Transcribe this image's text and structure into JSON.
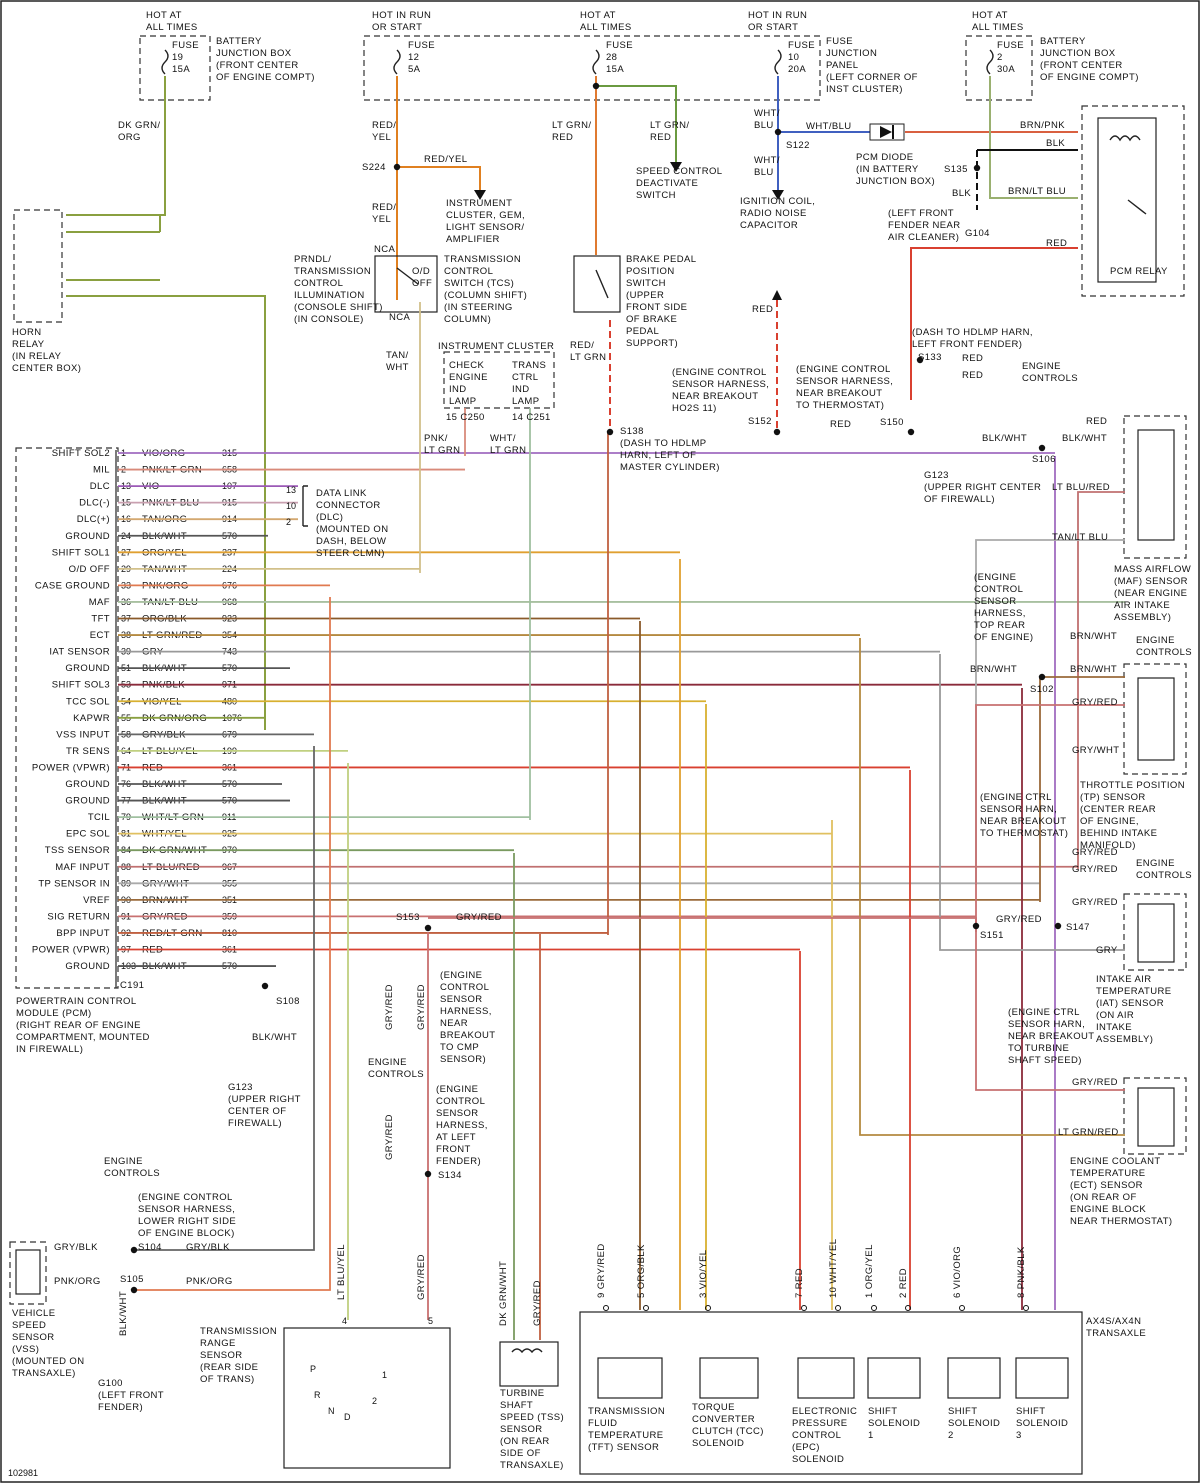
{
  "diagram_id": "102981",
  "fuses": [
    {
      "hot": "HOT AT\nALL TIMES",
      "fuse": "FUSE\n19\n15A",
      "desc": "BATTERY\nJUNCTION BOX\n(FRONT CENTER\nOF ENGINE COMPT)"
    },
    {
      "hot": "HOT IN RUN\nOR START",
      "fuse": "FUSE\n12\n5A"
    },
    {
      "hot": "HOT AT\nALL TIMES",
      "fuse": "FUSE\n28\n15A"
    },
    {
      "hot": "HOT IN RUN\nOR START",
      "fuse": "FUSE\n10\n20A",
      "desc": "FUSE\nJUNCTION\nPANEL\n(LEFT CORNER OF\nINST CLUSTER)"
    },
    {
      "hot": "HOT AT\nALL TIMES",
      "fuse": "FUSE\n2\n30A",
      "desc": "BATTERY\nJUNCTION BOX\n(FRONT CENTER\nOF ENGINE COMPT)"
    }
  ],
  "pcm": {
    "title": "POWERTRAIN CONTROL\nMODULE (PCM)\n(RIGHT REAR OF ENGINE\nCOMPARTMENT, MOUNTED\nIN FIREWALL)",
    "connector": "C191",
    "pins": [
      {
        "label": "SHIFT SOL2",
        "pin": "1",
        "wire": "VIO/ORG",
        "circuit": "315",
        "color": "#a06cc0"
      },
      {
        "label": "MIL",
        "pin": "2",
        "wire": "PNK/LT GRN",
        "circuit": "658",
        "color": "#d98a7a"
      },
      {
        "label": "DLC",
        "pin": "13",
        "wire": "VIO",
        "circuit": "107",
        "color": "#9b59b6"
      },
      {
        "label": "DLC(-)",
        "pin": "15",
        "wire": "PNK/LT BLU",
        "circuit": "915",
        "color": "#c9a0b0"
      },
      {
        "label": "DLC(+)",
        "pin": "16",
        "wire": "TAN/ORG",
        "circuit": "914",
        "color": "#d4a870"
      },
      {
        "label": "GROUND",
        "pin": "24",
        "wire": "BLK/WHT",
        "circuit": "570",
        "color": "#555555"
      },
      {
        "label": "SHIFT SOL1",
        "pin": "27",
        "wire": "ORG/YEL",
        "circuit": "237",
        "color": "#e0a030"
      },
      {
        "label": "O/D OFF",
        "pin": "29",
        "wire": "TAN/WHT",
        "circuit": "224",
        "color": "#d2c08a"
      },
      {
        "label": "CASE GROUND",
        "pin": "33",
        "wire": "PNK/ORG",
        "circuit": "676",
        "color": "#e07a50"
      },
      {
        "label": "MAF",
        "pin": "36",
        "wire": "TAN/LT BLU",
        "circuit": "968",
        "color": "#a8c0a0"
      },
      {
        "label": "TFT",
        "pin": "37",
        "wire": "ORG/BLK",
        "circuit": "923",
        "color": "#8a5a2a"
      },
      {
        "label": "ECT",
        "pin": "38",
        "wire": "LT GRN/RED",
        "circuit": "354",
        "color": "#b48a40"
      },
      {
        "label": "IAT SENSOR",
        "pin": "39",
        "wire": "GRY",
        "circuit": "743",
        "color": "#999999"
      },
      {
        "label": "GROUND",
        "pin": "51",
        "wire": "BLK/WHT",
        "circuit": "570",
        "color": "#555555"
      },
      {
        "label": "SHIFT SOL3",
        "pin": "53",
        "wire": "PNK/BLK",
        "circuit": "971",
        "color": "#8a2a3a"
      },
      {
        "label": "TCC SOL",
        "pin": "54",
        "wire": "VIO/YEL",
        "circuit": "480",
        "color": "#d8b030"
      },
      {
        "label": "KAPWR",
        "pin": "55",
        "wire": "DK GRN/ORG",
        "circuit": "1076",
        "color": "#8aa040"
      },
      {
        "label": "VSS INPUT",
        "pin": "58",
        "wire": "GRY/BLK",
        "circuit": "679",
        "color": "#666666"
      },
      {
        "label": "TR SENS",
        "pin": "64",
        "wire": "LT BLU/YEL",
        "circuit": "199",
        "color": "#c0d080"
      },
      {
        "label": "POWER (VPWR)",
        "pin": "71",
        "wire": "RED",
        "circuit": "361",
        "color": "#d94030"
      },
      {
        "label": "GROUND",
        "pin": "76",
        "wire": "BLK/WHT",
        "circuit": "570",
        "color": "#555555"
      },
      {
        "label": "GROUND",
        "pin": "77",
        "wire": "BLK/WHT",
        "circuit": "570",
        "color": "#555555"
      },
      {
        "label": "TCIL",
        "pin": "79",
        "wire": "WHT/LT GRN",
        "circuit": "911",
        "color": "#a0c0a0"
      },
      {
        "label": "EPC SOL",
        "pin": "81",
        "wire": "WHT/YEL",
        "circuit": "925",
        "color": "#e0c060"
      },
      {
        "label": "TSS SENSOR",
        "pin": "84",
        "wire": "DK GRN/WHT",
        "circuit": "970",
        "color": "#7a9a60"
      },
      {
        "label": "MAF INPUT",
        "pin": "88",
        "wire": "LT BLU/RED",
        "circuit": "967",
        "color": "#c07070"
      },
      {
        "label": "TP SENSOR IN",
        "pin": "89",
        "wire": "GRY/WHT",
        "circuit": "355",
        "color": "#aaaaaa"
      },
      {
        "label": "VREF",
        "pin": "90",
        "wire": "BRN/WHT",
        "circuit": "351",
        "color": "#9a6a3a"
      },
      {
        "label": "SIG RETURN",
        "pin": "91",
        "wire": "GRY/RED",
        "circuit": "359",
        "color": "#c87070"
      },
      {
        "label": "BPP INPUT",
        "pin": "92",
        "wire": "RED/LT GRN",
        "circuit": "810",
        "color": "#c06040"
      },
      {
        "label": "POWER (VPWR)",
        "pin": "97",
        "wire": "RED",
        "circuit": "361",
        "color": "#d94030"
      },
      {
        "label": "GROUND",
        "pin": "103",
        "wire": "BLK/WHT",
        "circuit": "570",
        "color": "#555555"
      }
    ]
  },
  "labels": {
    "horn_relay": "HORN\nRELAY\n(IN RELAY\nCENTER BOX)",
    "dkgrn_org": "DK GRN/\nORG",
    "dkgrn_org_1": "DK GRN/ORG",
    "red_yel": "RED/\nYEL",
    "red_yel_h": "RED/YEL",
    "s224": "S224",
    "inst_cluster_gem": "INSTRUMENT\nCLUSTER, GEM,\nLIGHT SENSOR/\nAMPLIFIER",
    "ltgrn_red": "LT GRN/\nRED",
    "speed_control": "SPEED CONTROL\nDEACTIVATE\nSWITCH",
    "wht_blu": "WHT/\nBLU",
    "wht_blu_h": "WHT/BLU",
    "s122": "S122",
    "ignition_coil": "IGNITION COIL,\nRADIO NOISE\nCAPACITOR",
    "pcm_diode": "PCM DIODE\n(IN BATTERY\nJUNCTION BOX)",
    "brn_pnk": "BRN/PNK",
    "blk": "BLK",
    "s135": "S135",
    "brn_ltblu": "BRN/LT BLU",
    "g104": "G104",
    "left_front_fender": "(LEFT FRONT\nFENDER NEAR\nAIR CLEANER)",
    "red": "RED",
    "pcm_relay": "PCM RELAY",
    "prndl": "PRNDL/\nTRANSMISSION\nCONTROL\nILLUMINATION\n(CONSOLE SHIFT)\n(IN CONSOLE)",
    "tcs": "TRANSMISSION\nCONTROL\nSWITCH (TCS)\n(COLUMN SHIFT)\n(IN STEERING\nCOLUMN)",
    "od_off": "O/D\nOFF",
    "nca": "NCA",
    "brake_pedal": "BRAKE PEDAL\nPOSITION\nSWITCH\n(UPPER\nFRONT SIDE\nOF BRAKE\nPEDAL\nSUPPORT)",
    "red_ltgrn": "RED/\nLT GRN",
    "tan_wht": "TAN/\nWHT",
    "inst_cluster": "INSTRUMENT CLUSTER",
    "check_engine": "CHECK\nENGINE\nIND\nLAMP",
    "trans_ctrl": "TRANS\nCTRL\nIND\nLAMP",
    "c250": "15 C250",
    "c251": "14 C251",
    "pnk_ltgrn": "PNK/\nLT GRN",
    "wht_ltgrn": "WHT/\nLT GRN",
    "s138": "S138\n(DASH TO HDLMP\nHARN, LEFT OF\nMASTER CYLINDER)",
    "ecs_harness_s152": "(ENGINE CONTROL\nSENSOR HARNESS,\nNEAR BREAKOUT\nHO2S 11)",
    "s152": "S152",
    "s133_desc": "(DASH TO HDLMP HARN,\nLEFT FRONT FENDER)",
    "s133": "S133",
    "engine_controls": "ENGINE\nCONTROLS",
    "ecs_harness_s150": "(ENGINE CONTROL\nSENSOR HARNESS,\nNEAR BREAKOUT\nTO THERMOSTAT)",
    "s150": "S150",
    "blk_wht": "BLK/WHT",
    "s106": "S106",
    "g123": "G123\n(UPPER RIGHT CENTER\nOF FIREWALL)",
    "ltblu_red": "LT BLU/RED",
    "tan_ltblu": "TAN/LT BLU",
    "maf_sensor": "MASS AIRFLOW\n(MAF) SENSOR\n(NEAR ENGINE\nAIR INTAKE\nASSEMBLY)",
    "dlc": "DATA LINK\nCONNECTOR\n(DLC)\n(MOUNTED ON\nDASH, BELOW\nSTEER CLMN)",
    "ecs_top_rear": "(ENGINE\nCONTROL\nSENSOR\nHARNESS,\nTOP REAR\nOF ENGINE)",
    "brn_wht": "BRN/WHT",
    "s102": "S102",
    "gry_red": "GRY/RED",
    "gry_wht": "GRY/WHT",
    "tp_sensor": "THROTTLE POSITION\n(TP) SENSOR\n(CENTER REAR\nOF ENGINE,\nBEHIND INTAKE\nMANIFOLD)",
    "ecs_thermo": "(ENGINE CTRL\nSENSOR HARN,\nNEAR BREAKOUT\nTO THERMOSTAT)",
    "s151": "S151",
    "s147": "S147",
    "gry": "GRY",
    "iat_sensor": "INTAKE AIR\nTEMPERATURE\n(IAT) SENSOR\n(ON AIR\nINTAKE\nASSEMBLY)",
    "ecs_turbine": "(ENGINE CTRL\nSENSOR HARN,\nNEAR BREAKOUT\nTO TURBINE\nSHAFT SPEED)",
    "ltgrn_red_h": "LT GRN/RED",
    "ect_sensor": "ENGINE COOLANT\nTEMPERATURE\n(ECT) SENSOR\n(ON REAR OF\nENGINE BLOCK\nNEAR THERMOSTAT)",
    "s153": "S153",
    "ecs_cmp": "(ENGINE\nCONTROL\nSENSOR\nHARNESS,\nNEAR\nBREAKOUT\nTO CMP\nSENSOR)",
    "ecs_left_front": "(ENGINE\nCONTROL\nSENSOR\nHARNESS,\nAT LEFT\nFRONT\nFENDER)",
    "s134": "S134",
    "s108": "S108",
    "g123_b": "G123\n(UPPER RIGHT\nCENTER OF\nFIREWALL)",
    "ecs_lower_right": "(ENGINE CONTROL\nSENSOR HARNESS,\nLOWER RIGHT SIDE\nOF ENGINE BLOCK)",
    "s104": "S104",
    "gry_blk": "GRY/BLK",
    "s105": "S105",
    "pnk_org": "PNK/ORG",
    "vss": "VEHICLE\nSPEED\nSENSOR\n(VSS)\n(MOUNTED ON\nTRANSAXLE)",
    "g100": "G100\n(LEFT FRONT\nFENDER)",
    "tr_sensor": "TRANSMISSION\nRANGE\nSENSOR\n(REAR SIDE\nOF TRANS)",
    "tss": "TURBINE\nSHAFT\nSPEED (TSS)\nSENSOR\n(ON REAR\nSIDE OF\nTRANSAXLE)",
    "transaxle": "AX4S/AX4N\nTRANSAXLE",
    "tft": "TRANSMISSION\nFLUID\nTEMPERATURE\n(TFT) SENSOR",
    "tcc": "TORQUE\nCONVERTER\nCLUTCH (TCC)\nSOLENOID",
    "epc": "ELECTRONIC\nPRESSURE\nCONTROL\n(EPC)\nSOLENOID",
    "ss1": "SHIFT\nSOLENOID\n1",
    "ss2": "SHIFT\nSOLENOID\n2",
    "ss3": "SHIFT\nSOLENOID\n3",
    "ltblu_yel": "LT BLU/YEL",
    "dkgrn_wht": "DK GRN/WHT",
    "gry_red_v": "GRY/RED",
    "blk_wht_v": "BLK/WHT"
  },
  "transaxle_pins": [
    {
      "pin": "9",
      "wire": "GRY/RED"
    },
    {
      "pin": "5",
      "wire": "ORG/BLK"
    },
    {
      "pin": "3",
      "wire": "VIO/YEL"
    },
    {
      "pin": "7",
      "wire": "RED"
    },
    {
      "pin": "10",
      "wire": "WHT/YEL"
    },
    {
      "pin": "1",
      "wire": "ORG/YEL"
    },
    {
      "pin": "2",
      "wire": "RED"
    },
    {
      "pin": "6",
      "wire": "VIO/ORG"
    },
    {
      "pin": "8",
      "wire": "PNK/BLK"
    }
  ],
  "dlc_pins": [
    "13",
    "10",
    "2"
  ],
  "tr_pins": [
    "4",
    "5"
  ],
  "tr_positions": [
    "P",
    "R",
    "N",
    "D",
    "1",
    "2"
  ]
}
